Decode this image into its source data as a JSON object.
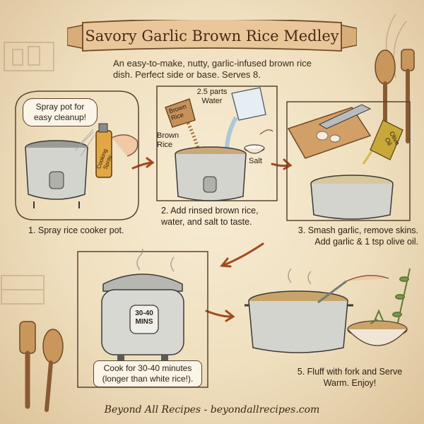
{
  "title": "Savory Garlic Brown Rice Medley",
  "intro": "An easy-to-make, nutty, garlic-infused brown rice dish. Perfect side or base. Serves 8.",
  "steps": [
    {
      "caption": "1. Spray rice cooker pot.",
      "bubble": "Spray pot for easy cleanup!",
      "can_label": "Cooking Spray"
    },
    {
      "caption": "2. Add rinsed brown rice, water, and salt to taste.",
      "labels": {
        "cup": "Brown Rice",
        "rice": "Brown Rice",
        "water": "2.5 parts Water",
        "salt": "Salt"
      }
    },
    {
      "caption": "3. Smash garlic, remove skins. Add garlic & 1 tsp olive oil.",
      "bottle_label": "Olive Oil"
    },
    {
      "caption": "Cook for 30-40 minutes (longer than white rice!).",
      "timer": "30-40 MINS"
    },
    {
      "caption": "5. Fluff with fork and Serve Warm. Enjoy!"
    }
  ],
  "footer": "Beyond All Recipes - beyondallrecipes.com",
  "colors": {
    "ink": "#3a2a1c",
    "banner": "#e9c79a",
    "paper": "#efe0c2",
    "steel": "#c9c9c4"
  }
}
